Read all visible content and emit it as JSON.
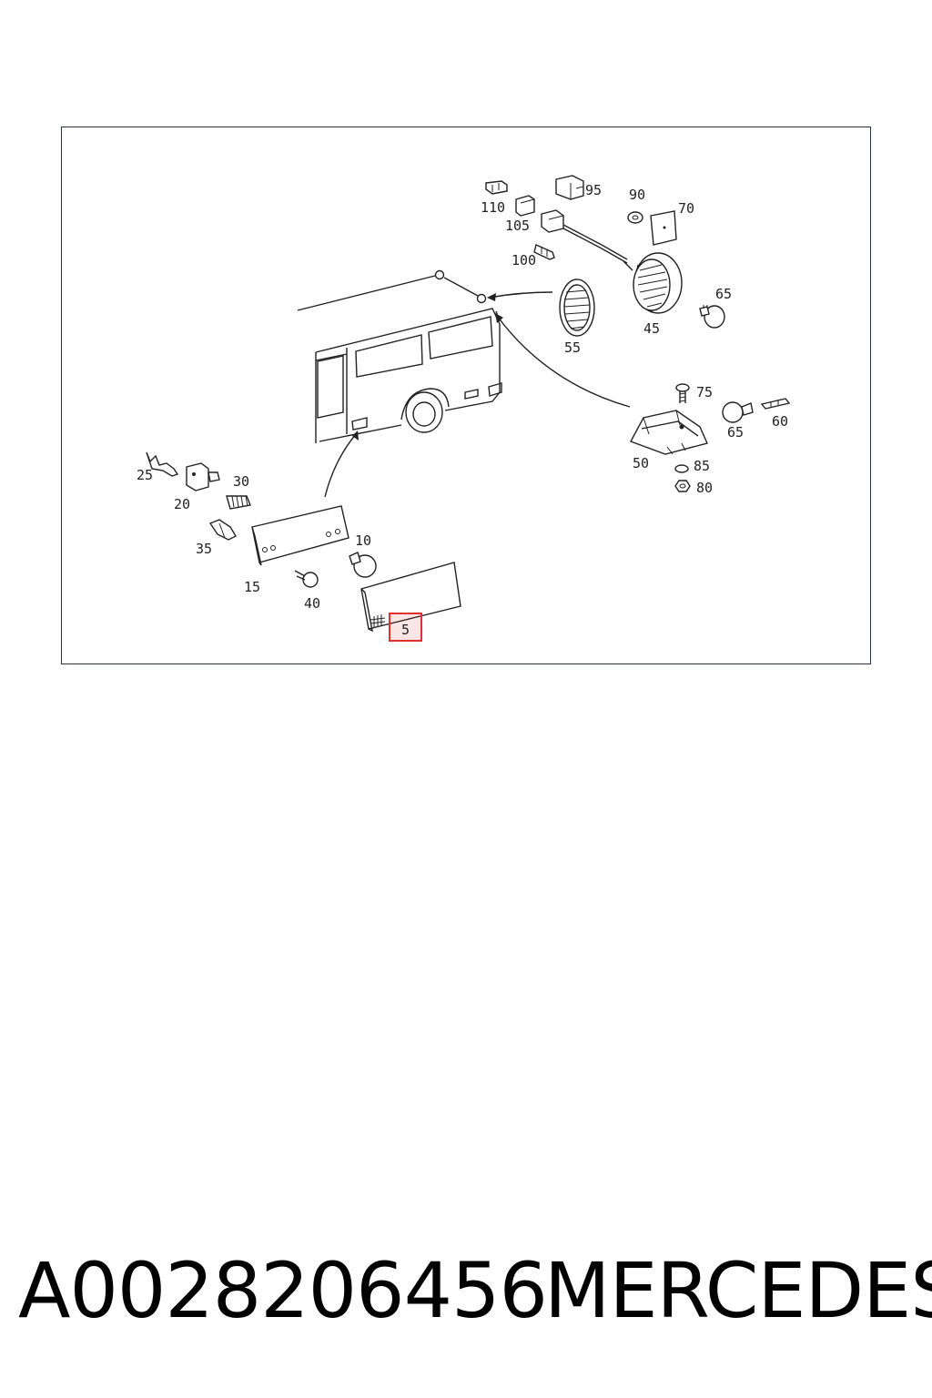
{
  "diagram": {
    "callouts": {
      "c5": "5",
      "c10": "10",
      "c15": "15",
      "c20": "20",
      "c25": "25",
      "c30": "30",
      "c35": "35",
      "c40": "40",
      "c45": "45",
      "c50": "50",
      "c55": "55",
      "c60": "60",
      "c65a": "65",
      "c65b": "65",
      "c70": "70",
      "c75": "75",
      "c80": "80",
      "c85": "85",
      "c90": "90",
      "c95": "95",
      "c100": "100",
      "c105": "105",
      "c110": "110"
    },
    "highlighted_callout": "5",
    "highlight_color": "#e03030"
  },
  "footer": {
    "part_number": "A0028206456",
    "brand": "MERCEDES"
  }
}
